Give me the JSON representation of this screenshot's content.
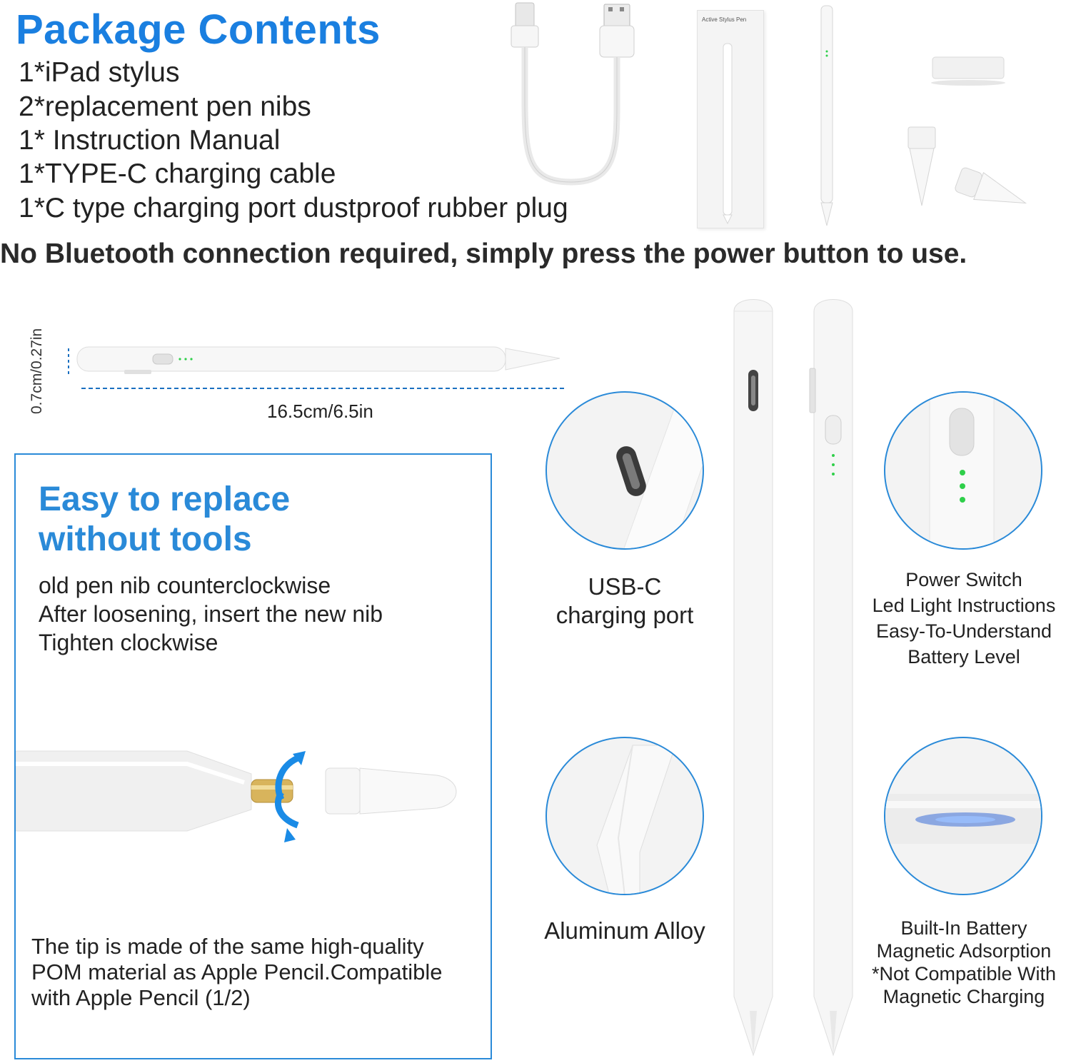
{
  "package": {
    "title": "Package Contents",
    "items": [
      "1*iPad stylus",
      "2*replacement pen nibs",
      "1* Instruction Manual",
      "1*TYPE-C charging cable",
      "1*C type charging port dustproof rubber plug"
    ],
    "box_label": "Active Stylus Pen"
  },
  "headline": "No Bluetooth connection required, simply press the power button to use.",
  "dimensions": {
    "length": "16.5cm/6.5in",
    "diameter": "0.7cm/0.27in"
  },
  "replace": {
    "title_line1": "Easy to replace",
    "title_line2": "without tools",
    "steps": [
      "old pen nib counterclockwise",
      "After loosening, insert the new nib",
      "Tighten clockwise"
    ],
    "note_lines": [
      "The tip is made of the same high-quality",
      "POM material as Apple Pencil.Compatible",
      "with Apple Pencil (1/2)"
    ]
  },
  "features": {
    "usbc": [
      "USB-C",
      "charging port"
    ],
    "alloy": "Aluminum Alloy",
    "power": [
      "Power Switch",
      "Led Light Instructions",
      "Easy-To-Understand",
      "Battery Level"
    ],
    "battery": [
      "Built-In Battery",
      "Magnetic Adsorption",
      "*Not Compatible With",
      "Magnetic Charging"
    ]
  },
  "colors": {
    "accent": "#1a7fe0",
    "frame": "#2a8ad8",
    "led": "#2fcf4a",
    "pen": "#f2f2f2"
  }
}
